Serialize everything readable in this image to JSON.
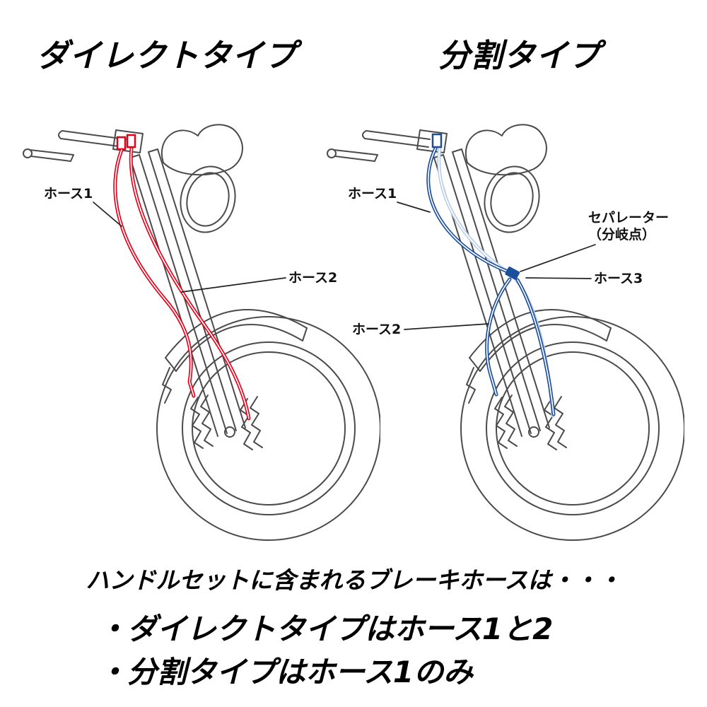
{
  "diagram": {
    "left": {
      "title": "ダイレクトタイプ",
      "hose1": "ホース1",
      "hose2": "ホース2",
      "hose_color": "#e50019"
    },
    "right": {
      "title": "分割タイプ",
      "hose1": "ホース1",
      "hose2": "ホース2",
      "hose3": "ホース3",
      "separator_line1": "セパレーター",
      "separator_line2": "（分岐点）",
      "hose_color": "#1b4e9b",
      "hose_color_light": "#b9cfe9"
    }
  },
  "footer": {
    "intro": "ハンドルセットに含まれるブレーキホースは・・・",
    "bullet1": "・ダイレクトタイプはホース1と2",
    "bullet2": "・分割タイプはホース1のみ"
  }
}
